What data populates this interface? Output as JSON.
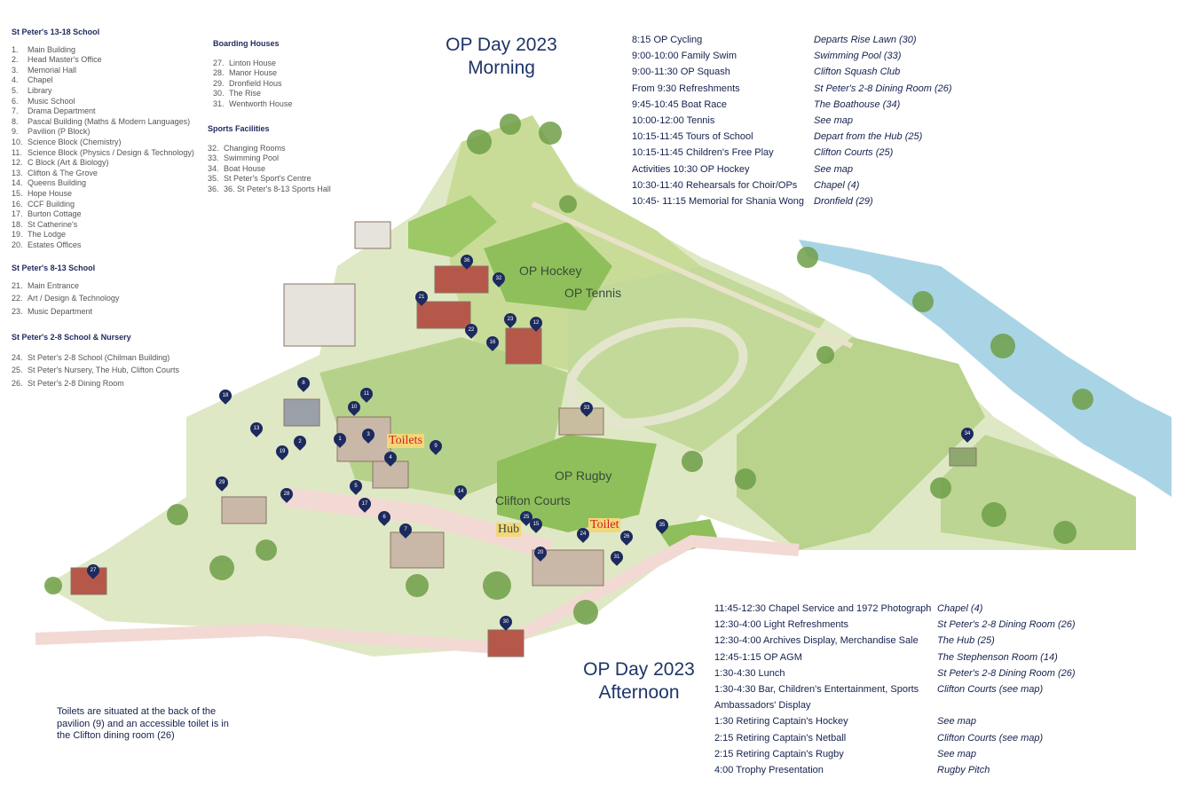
{
  "legend": {
    "senior": {
      "heading": "St Peter's 13-18 School",
      "items": [
        {
          "n": "1.",
          "t": "Main Building"
        },
        {
          "n": "2.",
          "t": "Head Master's Office"
        },
        {
          "n": "3.",
          "t": "Memorial Hall"
        },
        {
          "n": "4.",
          "t": "Chapel"
        },
        {
          "n": "5.",
          "t": "Library"
        },
        {
          "n": "6.",
          "t": "Music School"
        },
        {
          "n": "7.",
          "t": "Drama Department"
        },
        {
          "n": "8.",
          "t": "Pascal Building (Maths & Modern Languages)"
        },
        {
          "n": "9.",
          "t": "Pavilion (P Block)"
        },
        {
          "n": "10.",
          "t": "Science Block (Chemistry)"
        },
        {
          "n": "11.",
          "t": "Science Block (Physics / Design & Technology)"
        },
        {
          "n": "12.",
          "t": "C Block (Art & Biology)"
        },
        {
          "n": "13.",
          "t": "Clifton & The Grove"
        },
        {
          "n": "14.",
          "t": "Queens Building"
        },
        {
          "n": "15.",
          "t": "Hope House"
        },
        {
          "n": "16.",
          "t": "CCF Building"
        },
        {
          "n": "17.",
          "t": "Burton Cottage"
        },
        {
          "n": "18.",
          "t": "St Catherine's"
        },
        {
          "n": "19.",
          "t": "The Lodge"
        },
        {
          "n": "20.",
          "t": "Estates Offices"
        }
      ]
    },
    "prep": {
      "heading": "St Peter's 8-13 School",
      "items": [
        {
          "n": "21.",
          "t": "Main Entrance"
        },
        {
          "n": "22.",
          "t": "Art / Design & Technology"
        },
        {
          "n": "23.",
          "t": "Music Department"
        }
      ]
    },
    "pre_prep": {
      "heading": "St Peter's 2-8 School & Nursery",
      "items": [
        {
          "n": "24.",
          "t": "St Peter's 2-8 School (Chilman Building)"
        },
        {
          "n": "25.",
          "t": "St Peter's Nursery, The Hub, Clifton Courts"
        },
        {
          "n": "26.",
          "t": "St Peter's 2-8 Dining Room"
        }
      ]
    },
    "boarding": {
      "heading": "Boarding Houses",
      "items": [
        {
          "n": "27.",
          "t": "Linton House"
        },
        {
          "n": "28.",
          "t": "Manor House"
        },
        {
          "n": "29.",
          "t": "Dronfield Hous"
        },
        {
          "n": "30.",
          "t": "The Rise"
        },
        {
          "n": "31.",
          "t": "Wentworth House"
        }
      ]
    },
    "sports": {
      "heading": "Sports Facilities",
      "items": [
        {
          "n": "32.",
          "t": "Changing Rooms"
        },
        {
          "n": "33.",
          "t": "Swimming Pool"
        },
        {
          "n": "34.",
          "t": "Boat House"
        },
        {
          "n": "35.",
          "t": "St Peter's Sport's Centre"
        },
        {
          "n": "36.",
          "t": "36. St Peter's 8-13 Sports Hall"
        }
      ]
    }
  },
  "morning": {
    "title_line1": "OP Day 2023",
    "title_line2": "Morning",
    "events": [
      {
        "time": "8:15 OP Cycling",
        "loc": "Departs Rise Lawn (30)"
      },
      {
        "time": "9:00-10:00 Family Swim",
        "loc": "Swimming Pool (33)"
      },
      {
        "time": "9:00-11:30 OP Squash",
        "loc": "Clifton Squash Club"
      },
      {
        "time": "From 9:30 Refreshments",
        "loc": "St Peter's 2-8 Dining Room (26)"
      },
      {
        "time": "9:45-10:45 Boat Race",
        "loc": "The Boathouse (34)"
      },
      {
        "time": "10:00-12:00 Tennis",
        "loc": "See map"
      },
      {
        "time": "10:15-11:45 Tours of School",
        "loc": "Depart from the Hub (25)"
      },
      {
        "time": "10:15-11:45 Children's Free Play",
        "loc": "Clifton Courts (25)"
      },
      {
        "time": "Activities 10:30 OP Hockey",
        "loc": "See map"
      },
      {
        "time": "10:30-11:40 Rehearsals for Choir/OPs",
        "loc": "Chapel (4)"
      },
      {
        "time": "10:45- 11:15 Memorial for Shania Wong",
        "loc": "Dronfield (29)"
      }
    ]
  },
  "afternoon": {
    "title_line1": "OP Day 2023",
    "title_line2": "Afternoon",
    "events": [
      {
        "time": "11:45-12:30 Chapel Service and 1972 Photograph",
        "loc": "Chapel (4)"
      },
      {
        "time": "12:30-4:00 Light Refreshments",
        "loc": "St Peter's 2-8 Dining Room (26)"
      },
      {
        "time": "12:30-4:00 Archives Display, Merchandise Sale",
        "loc": "The Hub (25)"
      },
      {
        "time": "12:45-1:15 OP AGM",
        "loc": "The Stephenson Room (14)"
      },
      {
        "time": "1:30-4:30 Lunch",
        "loc": "St Peter's 2-8 Dining Room (26)"
      },
      {
        "time": "1:30-4:30 Bar, Children's Entertainment, Sports",
        "loc": "Clifton Courts (see map)"
      },
      {
        "time": "Ambassadors' Display",
        "loc": ""
      },
      {
        "time": "1:30 Retiring Captain's Hockey",
        "loc": "See map"
      },
      {
        "time": "2:15 Retiring Captain's Netball",
        "loc": "Clifton Courts (see map)"
      },
      {
        "time": "2:15 Retiring Captain's Rugby",
        "loc": "See map"
      },
      {
        "time": "4:00 Trophy Presentation",
        "loc": "Rugby Pitch"
      }
    ]
  },
  "map_labels": {
    "op_hockey": "OP Hockey",
    "op_tennis": "OP Tennis",
    "op_rugby": "OP Rugby",
    "clifton_courts": "Clifton Courts",
    "hub": "Hub",
    "toilets": "Toilets",
    "toilet": "Toilet"
  },
  "pins": [
    "36",
    "32",
    "21",
    "23",
    "12",
    "22",
    "16",
    "8",
    "11",
    "10",
    "18",
    "9",
    "3",
    "1",
    "2",
    "13",
    "19",
    "4",
    "14",
    "5",
    "17",
    "6",
    "7",
    "29",
    "28",
    "25",
    "15",
    "24",
    "26",
    "20",
    "31",
    "35",
    "33",
    "34",
    "30",
    "27"
  ],
  "toilet_note": "Toilets are situated at the back of the pavilion (9) and an accessible toilet is in the Clifton dining room (26)",
  "colors": {
    "navy": "#1c2a5e",
    "grass": "#b9d28c",
    "pitch": "#8fbf5a",
    "river": "#a9d4e6",
    "path": "#f2d9d3",
    "toilet_red": "#d21e1e"
  }
}
